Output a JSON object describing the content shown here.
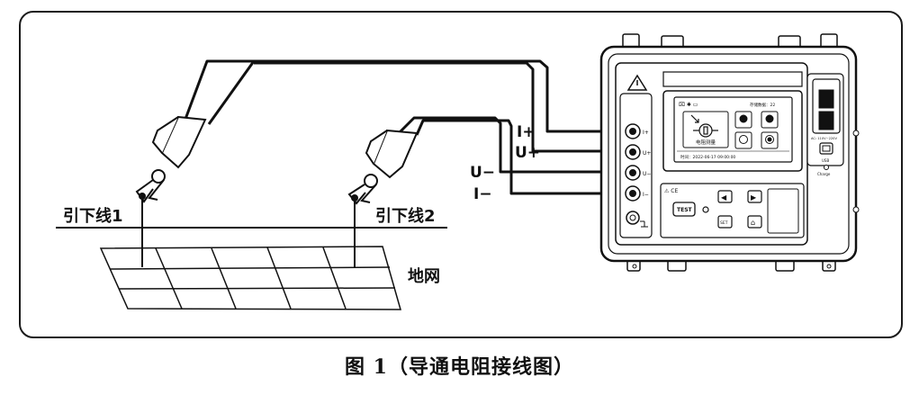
{
  "figure": {
    "caption": "图 1（导通电阻接线图）"
  },
  "diagram": {
    "labels": {
      "down_lead_1": "引下线1",
      "down_lead_2": "引下线2",
      "ground_grid": "地网",
      "i_plus": "I+",
      "u_plus": "U+",
      "u_minus": "U−",
      "i_minus": "I−"
    },
    "instrument": {
      "terminals": [
        "I+",
        "U+",
        "U−",
        "I−"
      ],
      "screen": {
        "status_left": "⌧ ✱ ▭",
        "status_right": "存储数据：22",
        "function_label": "电阻测量",
        "footer": "时间：2022-06-17     09:00:00"
      },
      "keys": {
        "test": "TEST",
        "set": "SET",
        "left": "◀",
        "right": "▶",
        "home": "⌂"
      },
      "power_text": "AC: 110V~220V",
      "usb_text": "USB",
      "charge_text": "Charge",
      "warning_icon": "warning-triangle-icon"
    }
  }
}
